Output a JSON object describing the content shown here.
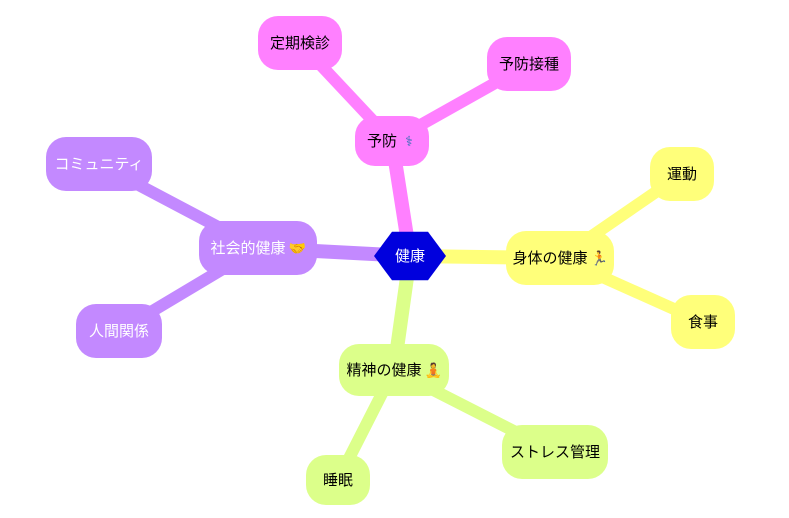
{
  "diagram": {
    "root": {
      "label": "健康",
      "color": "#0000dd",
      "text_color": "#ffffff"
    },
    "branches": [
      {
        "id": "prevention",
        "label": "予防",
        "icon": "stethoscope-icon",
        "color": "#ff80ff",
        "text_color": "#000000",
        "children": [
          {
            "id": "checkup",
            "label": "定期検診"
          },
          {
            "id": "vaccination",
            "label": "予防接種"
          }
        ]
      },
      {
        "id": "physical",
        "label": "身体の健康",
        "icon": "running-person-icon",
        "color": "#ffff7a",
        "text_color": "#000000",
        "children": [
          {
            "id": "exercise",
            "label": "運動"
          },
          {
            "id": "diet",
            "label": "食事"
          }
        ]
      },
      {
        "id": "mental",
        "label": "精神の健康",
        "icon": "meditation-icon",
        "color": "#dcff8a",
        "text_color": "#000000",
        "children": [
          {
            "id": "sleep",
            "label": "睡眠"
          },
          {
            "id": "stress",
            "label": "ストレス管理"
          }
        ]
      },
      {
        "id": "social",
        "label": "社会的健康",
        "icon": "handshake-icon",
        "color": "#c389ff",
        "text_color": "#ffffff",
        "children": [
          {
            "id": "community",
            "label": "コミュニティ"
          },
          {
            "id": "relationships",
            "label": "人間関係"
          }
        ]
      }
    ]
  }
}
